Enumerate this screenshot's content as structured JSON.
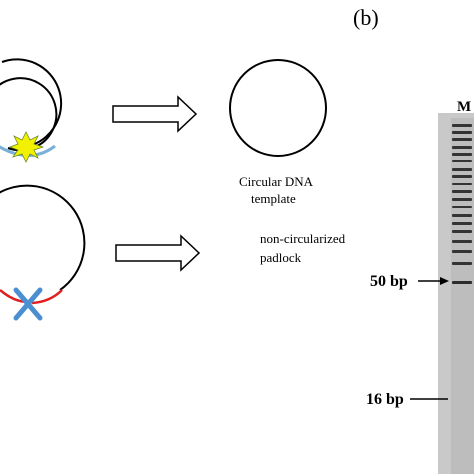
{
  "panel_label": "(b)",
  "result_circular": {
    "line1": "Circular DNA",
    "line2": "template"
  },
  "result_linear": {
    "line1": "non-circularized",
    "line2": "padlock"
  },
  "gel": {
    "lane_label": "M",
    "markers": [
      {
        "label": "50 bp"
      },
      {
        "label": "16 bp"
      }
    ]
  },
  "colors": {
    "ink": "#000000",
    "splint": "#7ab0d8",
    "ligation_flash": "#f2f200",
    "padlock_ends": "#e02020",
    "block_mark": "#4a8fd1",
    "gel_background": "#c9c9c9",
    "band": "#1c1c1c"
  },
  "icons": [
    "ligation-burst-icon",
    "block-x-icon",
    "arrow-right-icon"
  ]
}
